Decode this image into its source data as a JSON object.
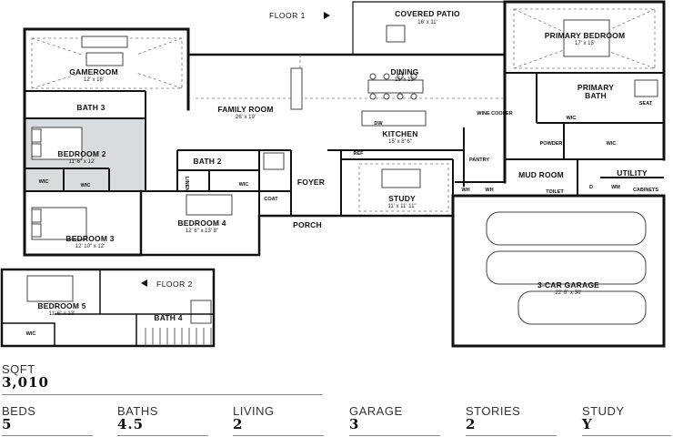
{
  "floor_labels": {
    "floor1": "FLOOR 1",
    "floor2": "FLOOR 2"
  },
  "rooms": {
    "covered_patio": {
      "name": "COVERED PATIO",
      "dims": "16' x 11'"
    },
    "primary_bedroom": {
      "name": "PRIMARY BEDROOM",
      "dims": "17' x 15'"
    },
    "gameroom": {
      "name": "GAMEROOM",
      "dims": "12' x 16'"
    },
    "dining": {
      "name": "DINING",
      "dims": "15' x 13'"
    },
    "primary_bath": {
      "name": "PRIMARY",
      "name2": "BATH"
    },
    "bath3": {
      "name": "BATH 3"
    },
    "family_room": {
      "name": "FAMILY ROOM",
      "dims": "26' x 19'"
    },
    "kitchen": {
      "name": "KITCHEN",
      "dims": "15' x 8' 6\""
    },
    "bedroom2": {
      "name": "BEDROOM 2",
      "dims": "11' 6\" x 12'"
    },
    "bath2": {
      "name": "BATH 2"
    },
    "foyer": {
      "name": "FOYER"
    },
    "mud_room": {
      "name": "MUD ROOM"
    },
    "utility": {
      "name": "UTILITY"
    },
    "study": {
      "name": "STUDY",
      "dims": "11' x 11' 11\""
    },
    "bedroom4": {
      "name": "BEDROOM 4",
      "dims": "12' 6\" x 13' 8\""
    },
    "porch": {
      "name": "PORCH"
    },
    "bedroom3": {
      "name": "BEDROOM 3",
      "dims": "12' 10\" x 12'"
    },
    "garage": {
      "name": "3-CAR GARAGE",
      "dims": "22' 6\" x 30'"
    },
    "bedroom5": {
      "name": "BEDROOM 5",
      "dims": "11' 6\" x 13'"
    },
    "bath4": {
      "name": "BATH 4"
    }
  },
  "small_labels": {
    "wic": "WIC",
    "linen": "LINEN",
    "coat": "COAT",
    "ref": "REF",
    "dw": "DW",
    "pantry": "PANTRY",
    "wh": "WH",
    "powder": "POWDER",
    "seat": "SEAT",
    "toilet": "TOILET",
    "cabinets": "CABINETS",
    "wm": "WM",
    "d": "D",
    "wine_cooler": "WINE COOLER"
  },
  "stats": {
    "sqft": {
      "label": "SQFT",
      "value": "3,010"
    },
    "items": [
      {
        "label": "BEDS",
        "value": "5"
      },
      {
        "label": "BATHS",
        "value": "4.5"
      },
      {
        "label": "LIVING",
        "value": "2"
      },
      {
        "label": "GARAGE",
        "value": "3"
      },
      {
        "label": "STORIES",
        "value": "2"
      },
      {
        "label": "STUDY",
        "value": "Y"
      }
    ]
  }
}
